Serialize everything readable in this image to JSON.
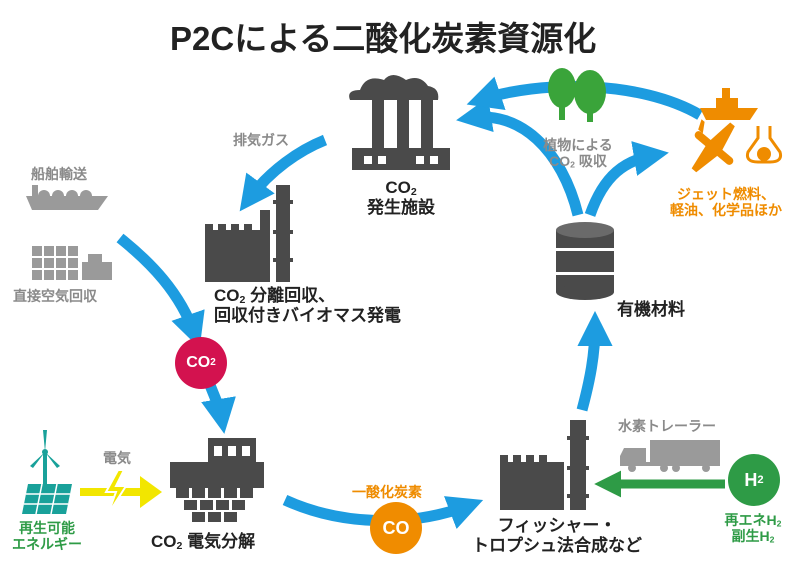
{
  "title": "P2Cによる二酸化炭素資源化",
  "nodes": {
    "co2_facility": {
      "line1": "CO",
      "line1_sub": "2",
      "line2": "発生施設"
    },
    "separation": {
      "line1_pre": "CO",
      "line1_sub": "2",
      "line1_post": " 分離回収、",
      "line2": "回収付きバイオマス発電"
    },
    "shipping": {
      "label": "船舶輸送"
    },
    "direct_air": {
      "label": "直接空気回収"
    },
    "exhaust": {
      "label": "排気ガス"
    },
    "plants": {
      "line1": "植物による",
      "line2_pre": "CO",
      "line2_sub": "2",
      "line2_post": " 吸収"
    },
    "fuels": {
      "line1": "ジェット燃料、",
      "line2": "軽油、化学品ほか"
    },
    "organic": {
      "label": "有機材料"
    },
    "electrolysis": {
      "pre": "CO",
      "sub": "2",
      "post": " 電気分解"
    },
    "renewable": {
      "line1": "再生可能",
      "line2": "エネルギー"
    },
    "electricity": {
      "label": "電気"
    },
    "co_label": {
      "label": "一酸化炭素"
    },
    "ft": {
      "line1": "フィッシャー・",
      "line2": "トロプシュ法合成など"
    },
    "hydrogen_trailer": {
      "label": "水素トレーラー"
    },
    "h2_source": {
      "line1_pre": "再エネH",
      "line1_sub": "2",
      "line2_pre": "副生H",
      "line2_sub": "2"
    }
  },
  "badges": {
    "co2": {
      "text": "CO",
      "sub": "2"
    },
    "co": {
      "text": "CO"
    },
    "h2": {
      "text": "H",
      "sub": "2"
    }
  },
  "colors": {
    "arrow_blue": "#1d9ce0",
    "badge_co2": "#d3124f",
    "badge_co": "#f08c00",
    "badge_h2": "#2e9b46",
    "arrow_yellow": "#f2e600",
    "arrow_green": "#2e9b46",
    "icon_dark": "#4a4a4a",
    "icon_gray": "#9a9a9a",
    "icon_teal": "#19a19a",
    "icon_orange": "#ef8c00",
    "tree_green": "#3aa43a"
  }
}
